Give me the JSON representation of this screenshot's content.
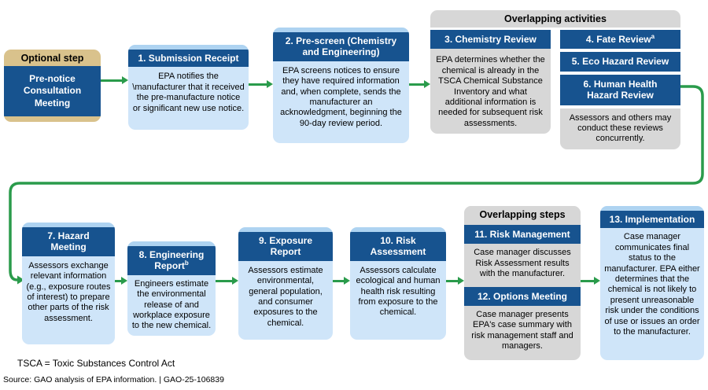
{
  "colors": {
    "navy": "#17538f",
    "body_blue": "#cfe5f9",
    "cap_blue": "#aed3f1",
    "tan": "#d9c28c",
    "gray": "#d7d7d7",
    "green": "#2a9b4b"
  },
  "optional": {
    "header": "Optional step",
    "body": "Pre-notice\nConsultation\nMeeting"
  },
  "steps": [
    {
      "title": "1. Submission Receipt",
      "body": "EPA notifies the \\manufacturer that it received the pre-manufacture notice or significant new use notice."
    },
    {
      "title": "2. Pre-screen (Chemistry\nand Engineering)",
      "body": "EPA screens notices to ensure they have required information and, when complete, sends the manufacturer an acknowledgment, beginning the 90-day review period."
    },
    {
      "title": "3. Chemistry Review",
      "body": "EPA determines whether the chemical is already in the TSCA Chemical Substance Inventory and what additional information is needed for subsequent risk assessments."
    },
    {
      "title": "4. Fate Review",
      "sup": "a"
    },
    {
      "title": "5. Eco Hazard Review"
    },
    {
      "title": "6. Human Health\nHazard Review"
    },
    {
      "title": "7. Hazard\nMeeting",
      "body": "Assessors exchange relevant information (e.g., exposure routes of interest) to prepare other parts of the risk assessment."
    },
    {
      "title": "8. Engineering\nReport",
      "sup": "b",
      "body": "Engineers estimate the environmental release of and workplace exposure to the new chemical."
    },
    {
      "title": "9. Exposure\nReport",
      "body": "Assessors estimate environmental, general population, and consumer exposures to the chemical."
    },
    {
      "title": "10. Risk\nAssessment",
      "body": "Assessors calculate ecological and human health risk resulting from exposure to the chemical."
    },
    {
      "title": "11. Risk Management",
      "body": "Case manager discusses Risk Assessment results with the manufacturer."
    },
    {
      "title": "12. Options Meeting",
      "body": "Case manager presents EPA's case summary with risk management staff and managers."
    },
    {
      "title": "13. Implementation",
      "body": "Case manager communicates final status to the manufacturer. EPA either determines that the chemical is not likely to present unreasonable risk under the conditions of use or issues an order to the manufacturer."
    }
  ],
  "groups": {
    "activities": {
      "title": "Overlapping activities",
      "note": "Assessors and others may conduct these reviews concurrently."
    },
    "steps": {
      "title": "Overlapping steps"
    }
  },
  "footer": {
    "abbreviation": "TSCA = Toxic Substances Control Act",
    "source": "Source: GAO analysis of EPA information.  |  GAO-25-106839"
  }
}
